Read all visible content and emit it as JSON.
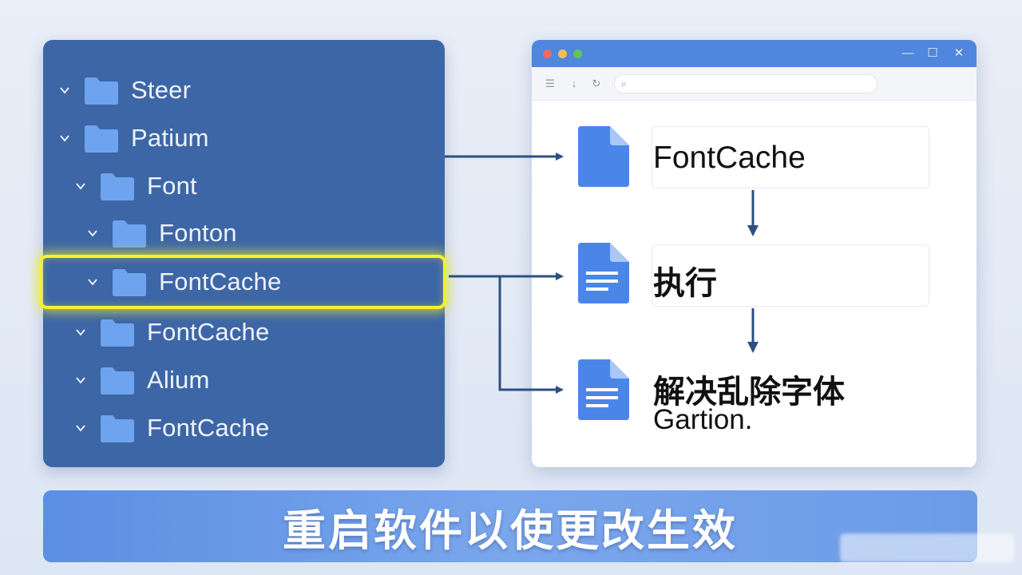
{
  "tree": {
    "items": [
      {
        "label": "Steer"
      },
      {
        "label": "Patium"
      },
      {
        "label": "Font"
      },
      {
        "label": "Fonton"
      },
      {
        "label": "FontCache"
      },
      {
        "label": "FontCache"
      },
      {
        "label": "Alium"
      },
      {
        "label": "FontCache"
      }
    ],
    "selected_index": 4
  },
  "window": {
    "controls": {
      "minimize": "—",
      "maximize": "☐",
      "close": "✕"
    },
    "files": [
      {
        "title": "FontCache"
      },
      {
        "title": "执行"
      },
      {
        "title": "解决乱除字体",
        "subtitle": "Gartion."
      }
    ]
  },
  "banner": {
    "text": "重启软件以使更改生效"
  },
  "colors": {
    "tree_bg": "#3d66a6",
    "folder": "#6ea3ef",
    "highlight": "#f3f32a",
    "titlebar": "#4f86de",
    "doc_icon": "#4a86e8",
    "arrow": "#2e4f80"
  }
}
